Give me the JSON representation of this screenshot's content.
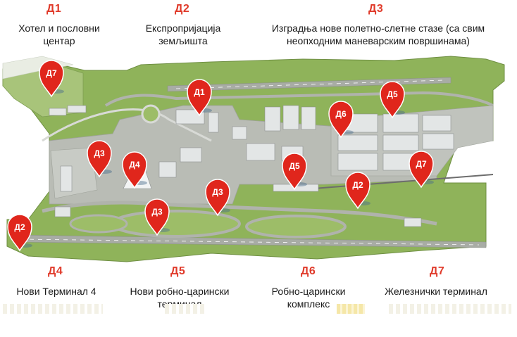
{
  "top_legend": [
    {
      "code": "Д1",
      "lines": [
        "Хотел и пословни",
        "центар"
      ]
    },
    {
      "code": "Д2",
      "lines": [
        "Експропријација",
        "земљишта"
      ]
    },
    {
      "code": "Д3",
      "lines": [
        "Изградња нове полетно-слетне стазе (са свим",
        "неопходним маневарским површинама)"
      ]
    }
  ],
  "bottom_legend": [
    {
      "code": "Д4",
      "lines": [
        "Нови Терминал 4"
      ]
    },
    {
      "code": "Д5",
      "lines": [
        "Нови робно-царински",
        "терминал"
      ]
    },
    {
      "code": "Д6",
      "lines": [
        "Робно-царински",
        "комплекс"
      ]
    },
    {
      "code": "Д7",
      "lines": [
        "Железнички терминал"
      ]
    }
  ],
  "markers": [
    {
      "label": "Д7"
    },
    {
      "label": "Д1"
    },
    {
      "label": "Д5"
    },
    {
      "label": "Д6"
    },
    {
      "label": "Д3"
    },
    {
      "label": "Д4"
    },
    {
      "label": "Д5"
    },
    {
      "label": "Д7"
    },
    {
      "label": "Д2"
    },
    {
      "label": "Д3"
    },
    {
      "label": "Д3"
    },
    {
      "label": "Д2"
    }
  ],
  "colors": {
    "marker": "#e0261c",
    "code": "#e03a2a",
    "grass": "#8fb35a",
    "pavement": "#b9bcb5",
    "building": "#e3e6e6"
  }
}
